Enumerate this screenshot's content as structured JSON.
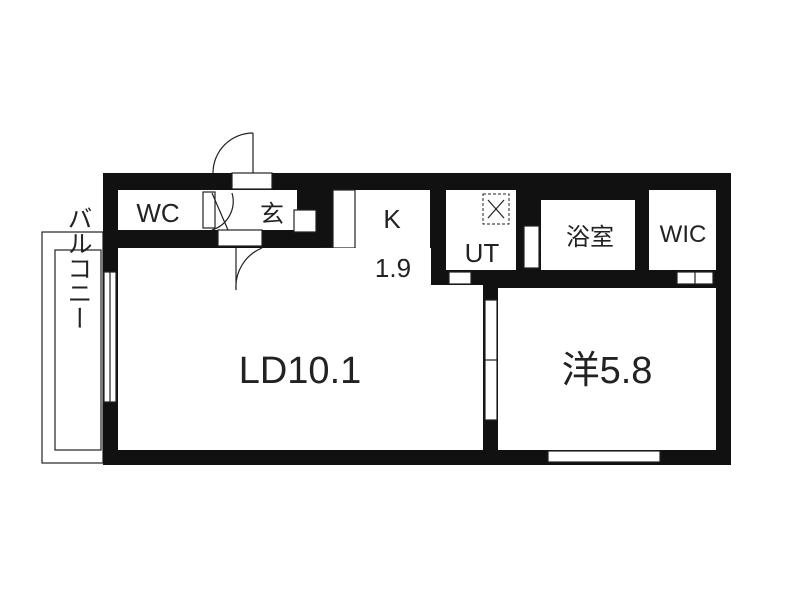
{
  "rooms": {
    "wc": "WC",
    "entrance": "玄",
    "kitchen_label": "K",
    "kitchen_size": "1.9",
    "utility": "UT",
    "bath": "浴室",
    "wic": "WIC",
    "living": "LD10.1",
    "western": "洋5.8",
    "balcony": "バルコニー"
  },
  "colors": {
    "wall": "#111111",
    "background": "#ffffff"
  }
}
